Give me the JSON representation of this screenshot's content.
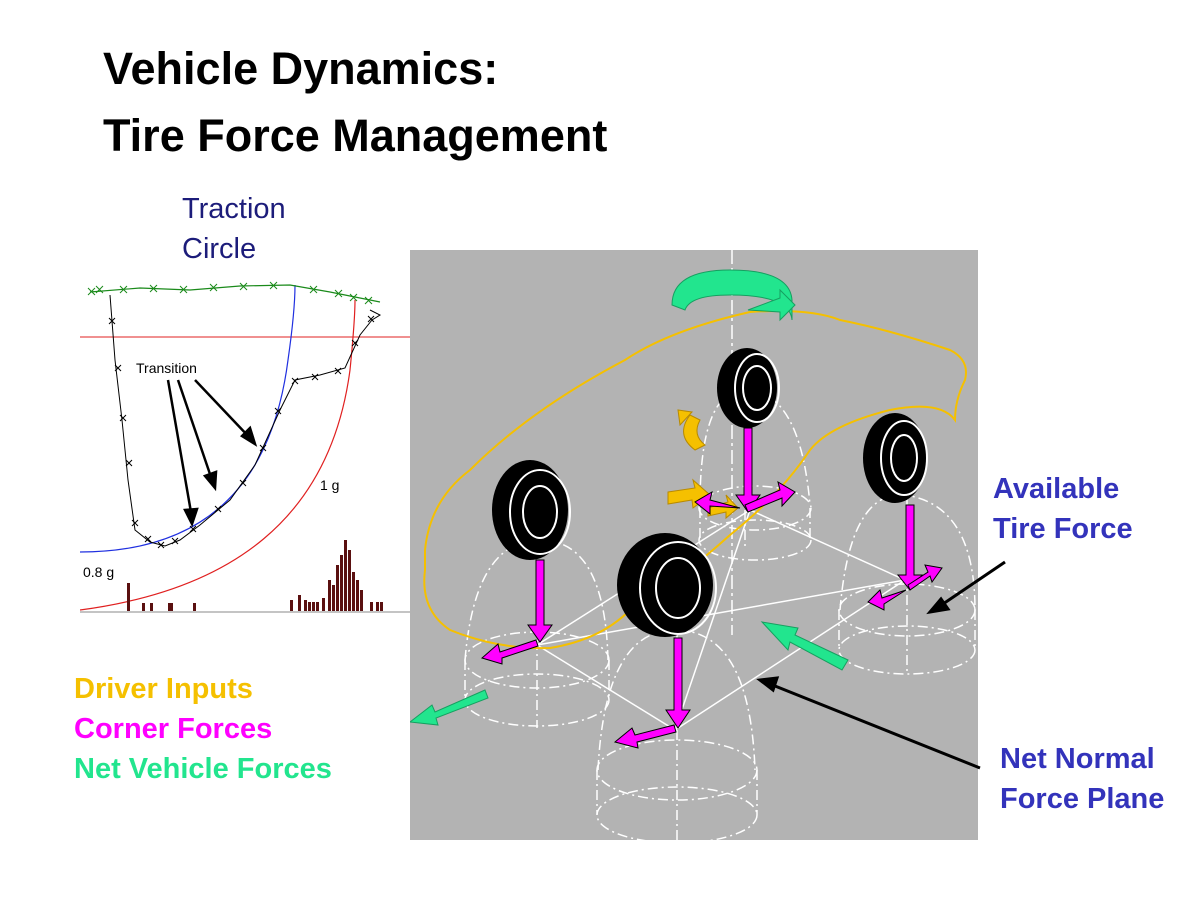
{
  "title": {
    "line1": "Vehicle Dynamics:",
    "line2": "Tire Force Management"
  },
  "traction_circle": {
    "label_line1": "Traction",
    "label_line2": "Circle",
    "transition_label": "Transition",
    "one_g_label": "1 g",
    "point8_g_label": "0.8 g"
  },
  "legend": {
    "driver_inputs": "Driver Inputs",
    "corner_forces": "Corner Forces",
    "net_vehicle_forces": "Net Vehicle Forces"
  },
  "callouts": {
    "available_line1": "Available",
    "available_line2": "Tire Force",
    "net_normal_line1": "Net Normal",
    "net_normal_line2": "Force Plane"
  },
  "colors": {
    "driver_inputs": "#f5c000",
    "corner_forces": "#ff00ff",
    "net_vehicle_forces": "#22e58e",
    "callout_text": "#3333bb",
    "traction_label": "#1c1c7a",
    "scene_background": "#b3b3b3"
  }
}
